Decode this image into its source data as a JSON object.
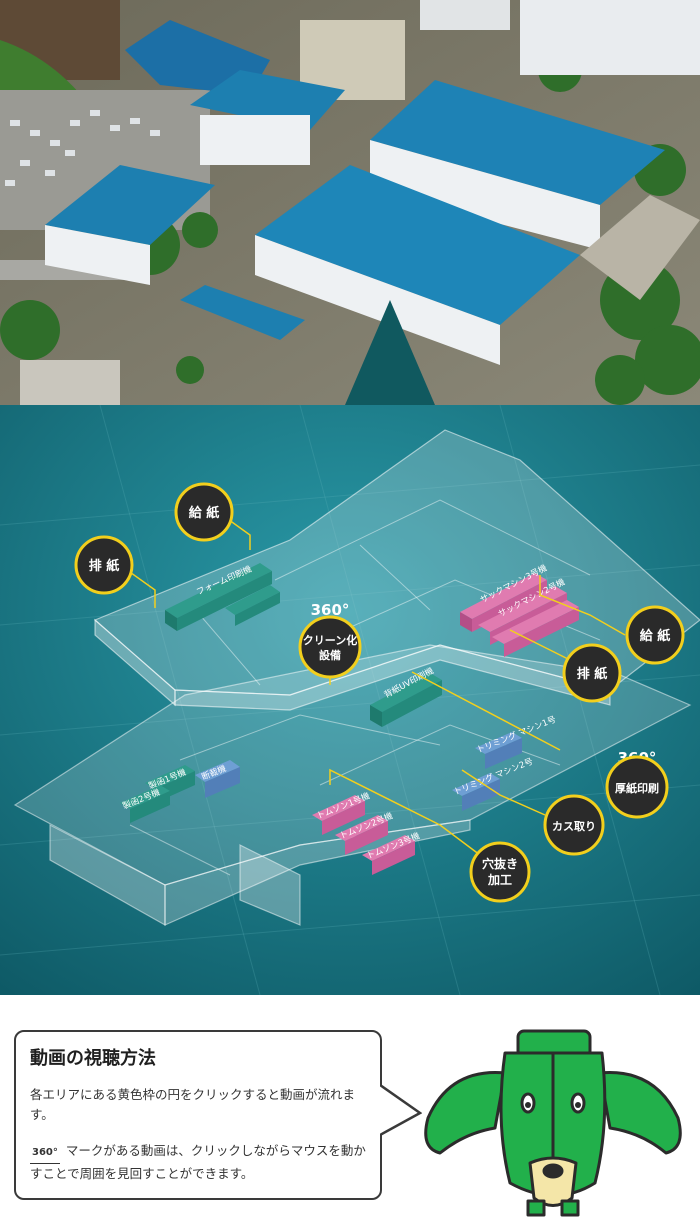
{
  "photo": {
    "alt": "工場の航空写真"
  },
  "floorplan": {
    "hotspots": [
      {
        "id": "kyushi-left",
        "label_lines": [
          "給 紙"
        ],
        "has360": false
      },
      {
        "id": "haishi-left",
        "label_lines": [
          "排 紙"
        ],
        "has360": false
      },
      {
        "id": "clean",
        "label_lines": [
          "クリーン化",
          "設備"
        ],
        "has360": true
      },
      {
        "id": "kyushi-right",
        "label_lines": [
          "給 紙"
        ],
        "has360": false
      },
      {
        "id": "haishi-right",
        "label_lines": [
          "排 紙"
        ],
        "has360": false
      },
      {
        "id": "atsugami",
        "label_lines": [
          "厚紙印刷"
        ],
        "has360": true
      },
      {
        "id": "kasu",
        "label_lines": [
          "カス取り"
        ],
        "has360": false
      },
      {
        "id": "anaki",
        "label_lines": [
          "穴抜き",
          "加工"
        ],
        "has360": false
      }
    ],
    "deg_label": "360°",
    "machines": {
      "form1": "フォーム印刷機",
      "sack3": "サックマシン3号機",
      "sack2": "サックマシン2号機",
      "uv": "背紙UV印刷機",
      "cut": "断裁機",
      "sei1": "製函1号機",
      "sei2": "製函2号機",
      "tom1": "トムソン1号機",
      "tom2": "トムソン2号機",
      "tom3": "トムソン3号機",
      "trim1": "トリミング マシン1号",
      "trim2": "トリミング マシン2号"
    }
  },
  "instructions": {
    "title": "動画の視聴方法",
    "line1": "各エリアにある黄色枠の円をクリックすると動画が流れます。",
    "mark": "360°",
    "line2": "マークがある動画は、クリックしながらマウスを動かすことで周囲を見回すことができます。"
  },
  "colors": {
    "accent": "#f2cf1d",
    "roof": "#1d7fb0",
    "teal_bg": "#1a7f8f",
    "mascot_green": "#22b04b"
  }
}
